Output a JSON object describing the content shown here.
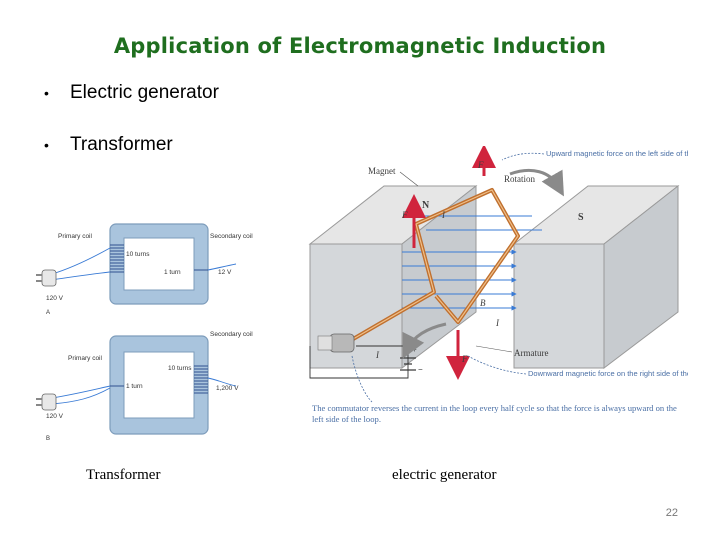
{
  "slide": {
    "title": "Application of Electromagnetic Induction",
    "bullets": [
      "Electric generator",
      "Transformer"
    ],
    "bullet_glyph": "•",
    "page_number": "22"
  },
  "transformer_figure": {
    "caption": "Transformer",
    "panel_a": {
      "primary_coil_label": "Primary coil",
      "secondary_coil_label": "Secondary coil",
      "primary_turns": "10 turns",
      "secondary_turns": "1 turn",
      "input_voltage": "120 V",
      "output_voltage": "12 V",
      "panel_letter": "A"
    },
    "panel_b": {
      "primary_coil_label": "Primary coil",
      "secondary_coil_label": "Secondary coil",
      "primary_turns": "1 turn",
      "secondary_turns": "10 turns",
      "input_voltage": "120 V",
      "output_voltage": "1,200 V",
      "panel_letter": "B"
    }
  },
  "generator_figure": {
    "caption": "electric generator",
    "magnet_label": "Magnet",
    "north_label": "N",
    "south_label": "S",
    "rotation_label": "Rotation",
    "armature_label": "Armature",
    "force_symbol": "F",
    "current_symbol": "I",
    "field_symbol": "B",
    "upward_note": "Upward magnetic force on the left side of the loop",
    "downward_note": "Downward magnetic force on the right side of the loop",
    "commutator_note": "The commutator reverses the current in the loop every half cycle so that the force is always upward on the left side of the loop.",
    "battery_plus": "+",
    "battery_minus": "−"
  },
  "colors": {
    "title": "#1f6e1f",
    "core_blue": "#a9c4dd",
    "coil_copper": "#c0702f",
    "force_red": "#d0243d",
    "note_blue": "#4a6fa5"
  }
}
